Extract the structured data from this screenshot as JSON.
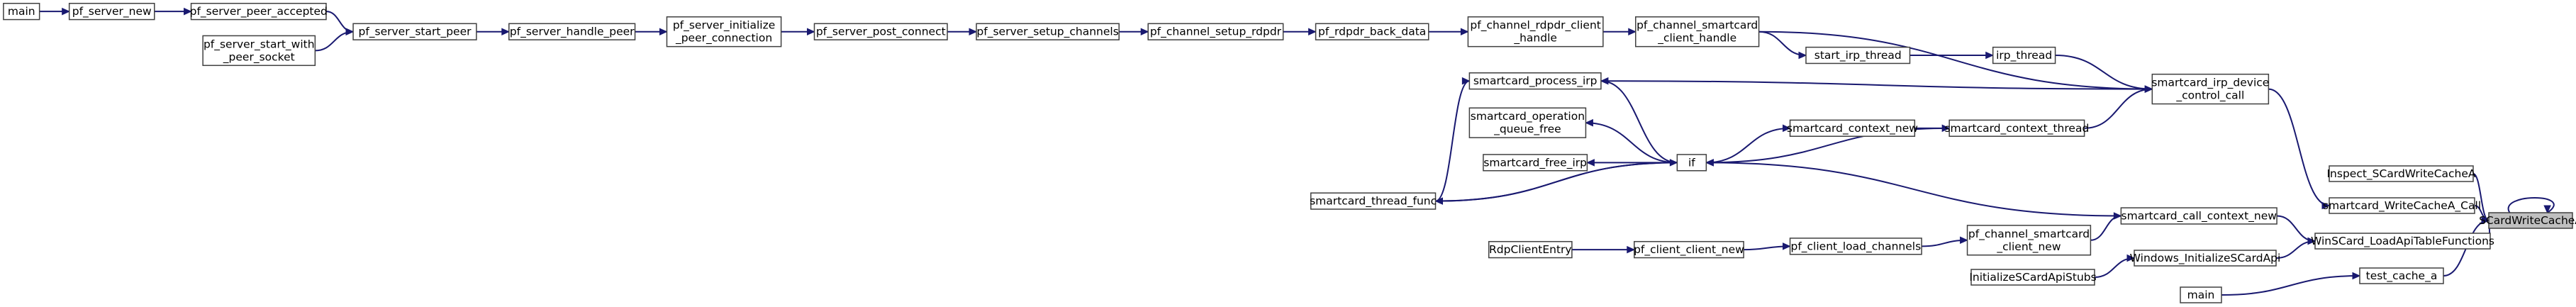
{
  "nodes": [
    {
      "id": "n_main1",
      "lines": [
        "main"
      ]
    },
    {
      "id": "n_new",
      "lines": [
        "pf_server_new"
      ]
    },
    {
      "id": "n_accepted",
      "lines": [
        "pf_server_peer_accepted"
      ]
    },
    {
      "id": "n_startwith",
      "lines": [
        "pf_server_start_with",
        "_peer_socket"
      ]
    },
    {
      "id": "n_startpeer",
      "lines": [
        "pf_server_start_peer"
      ]
    },
    {
      "id": "n_handle",
      "lines": [
        "pf_server_handle_peer"
      ]
    },
    {
      "id": "n_init",
      "lines": [
        "pf_server_initialize",
        "_peer_connection"
      ]
    },
    {
      "id": "n_post",
      "lines": [
        "pf_server_post_connect"
      ]
    },
    {
      "id": "n_setup",
      "lines": [
        "pf_server_setup_channels"
      ]
    },
    {
      "id": "n_chansetup",
      "lines": [
        "pf_channel_setup_rdpdr"
      ]
    },
    {
      "id": "n_backdata",
      "lines": [
        "pf_rdpdr_back_data"
      ]
    },
    {
      "id": "n_rdpdrclient",
      "lines": [
        "pf_channel_rdpdr_client",
        "_handle"
      ]
    },
    {
      "id": "n_sccliehandle",
      "lines": [
        "pf_channel_smartcard",
        "_client_handle"
      ]
    },
    {
      "id": "n_startirp",
      "lines": [
        "start_irp_thread"
      ]
    },
    {
      "id": "n_irpthread",
      "lines": [
        "irp_thread"
      ]
    },
    {
      "id": "n_irpdev",
      "lines": [
        "smartcard_irp_device",
        "_control_call"
      ]
    },
    {
      "id": "n_procirp",
      "lines": [
        "smartcard_process_irp"
      ]
    },
    {
      "id": "n_opqueue",
      "lines": [
        "smartcard_operation",
        "_queue_free"
      ]
    },
    {
      "id": "n_ctxnew",
      "lines": [
        "smartcard_context_new"
      ]
    },
    {
      "id": "n_ctxthread",
      "lines": [
        "smartcard_context_thread"
      ]
    },
    {
      "id": "n_freeirp",
      "lines": [
        "smartcard_free_irp"
      ]
    },
    {
      "id": "n_if",
      "lines": [
        "if"
      ]
    },
    {
      "id": "n_threadfunc",
      "lines": [
        "smartcard_thread_func"
      ]
    },
    {
      "id": "n_callctx",
      "lines": [
        "smartcard_call_context_new"
      ]
    },
    {
      "id": "n_inspect",
      "lines": [
        "Inspect_SCardWriteCacheA"
      ]
    },
    {
      "id": "n_writecall",
      "lines": [
        "smartcard_WriteCacheA_Call"
      ]
    },
    {
      "id": "n_target",
      "lines": [
        "SCardWriteCacheA"
      ],
      "highlight": true
    },
    {
      "id": "n_winscard",
      "lines": [
        "WinSCard_LoadApiTableFunctions"
      ]
    },
    {
      "id": "n_chanscnew",
      "lines": [
        "pf_channel_smartcard",
        "_client_new"
      ]
    },
    {
      "id": "n_rdpentry",
      "lines": [
        "RdpClientEntry"
      ]
    },
    {
      "id": "n_clientnew",
      "lines": [
        "pf_client_client_new"
      ]
    },
    {
      "id": "n_loadch",
      "lines": [
        "pf_client_load_channels"
      ]
    },
    {
      "id": "n_wininit",
      "lines": [
        "Windows_InitializeSCardApi"
      ]
    },
    {
      "id": "n_stubs",
      "lines": [
        "InitializeSCardApiStubs"
      ]
    },
    {
      "id": "n_main2",
      "lines": [
        "main"
      ]
    },
    {
      "id": "n_testcache",
      "lines": [
        "test_cache_a"
      ]
    }
  ],
  "edges": [
    [
      "n_main1",
      "n_new"
    ],
    [
      "n_new",
      "n_accepted"
    ],
    [
      "n_accepted",
      "n_startpeer"
    ],
    [
      "n_startwith",
      "n_startpeer"
    ],
    [
      "n_startpeer",
      "n_handle"
    ],
    [
      "n_handle",
      "n_init"
    ],
    [
      "n_init",
      "n_post"
    ],
    [
      "n_post",
      "n_setup"
    ],
    [
      "n_setup",
      "n_chansetup"
    ],
    [
      "n_chansetup",
      "n_backdata"
    ],
    [
      "n_backdata",
      "n_rdpdrclient"
    ],
    [
      "n_rdpdrclient",
      "n_sccliehandle"
    ],
    [
      "n_sccliehandle",
      "n_startirp"
    ],
    [
      "n_sccliehandle",
      "n_irpdev"
    ],
    [
      "n_startirp",
      "n_irpthread"
    ],
    [
      "n_irpthread",
      "n_irpdev"
    ],
    [
      "n_procirp",
      "n_irpdev"
    ],
    [
      "n_ctxthread",
      "n_irpdev"
    ],
    [
      "n_irpdev",
      "n_writecall"
    ],
    [
      "n_ctxnew",
      "n_ctxthread"
    ],
    [
      "n_ctxthread",
      "n_if"
    ],
    [
      "n_callctx",
      "n_if"
    ],
    [
      "n_if",
      "n_procirp"
    ],
    [
      "n_if",
      "n_opqueue"
    ],
    [
      "n_if",
      "n_ctxnew"
    ],
    [
      "n_if",
      "n_freeirp"
    ],
    [
      "n_if",
      "n_threadfunc"
    ],
    [
      "n_threadfunc",
      "n_procirp"
    ],
    [
      "n_threadfunc",
      "n_if"
    ],
    [
      "n_chanscnew",
      "n_callctx"
    ],
    [
      "n_callctx",
      "n_winscard"
    ],
    [
      "n_loadch",
      "n_chanscnew"
    ],
    [
      "n_clientnew",
      "n_loadch"
    ],
    [
      "n_rdpentry",
      "n_clientnew"
    ],
    [
      "n_stubs",
      "n_wininit"
    ],
    [
      "n_wininit",
      "n_winscard"
    ],
    [
      "n_main2",
      "n_testcache"
    ],
    [
      "n_inspect",
      "n_target"
    ],
    [
      "n_writecall",
      "n_target"
    ],
    [
      "n_winscard",
      "n_target"
    ],
    [
      "n_testcache",
      "n_target"
    ],
    [
      "n_target",
      "n_target"
    ]
  ]
}
